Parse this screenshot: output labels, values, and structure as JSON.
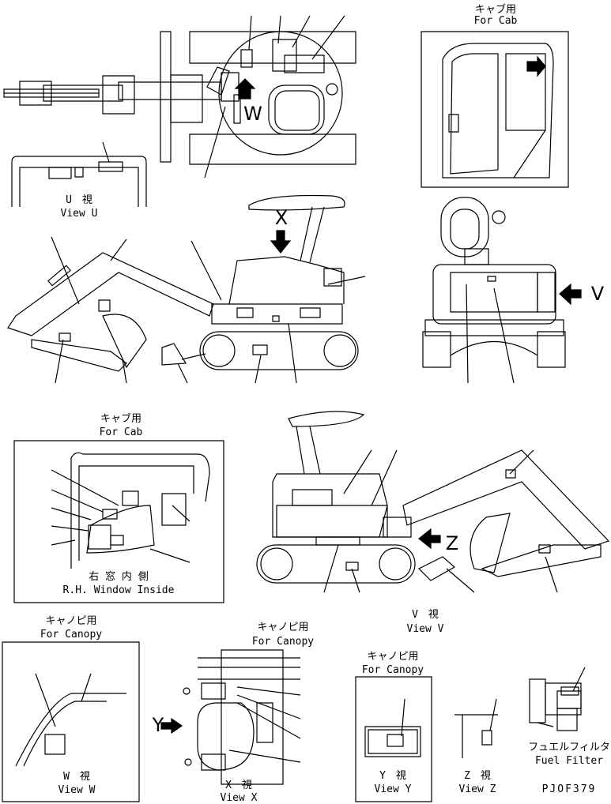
{
  "labels": {
    "for_cab_jp": "キャブ用",
    "for_cab": "For Cab",
    "view_u_jp": "U　視",
    "view_u": "View U",
    "letter_x": "X",
    "letter_v": "V",
    "letter_w": "W",
    "cab2_jp": "キャブ用",
    "cab2": "For Cab",
    "rh_window_jp": "右 窓 内 側",
    "rh_window": "R.H. Window Inside",
    "letter_z": "Z",
    "view_v_jp": "V　視",
    "view_v": "View V",
    "canopy_w_jp": "キャノピ用",
    "canopy_w": "For Canopy",
    "view_w_jp": "W　視",
    "view_w": "View W",
    "canopy_x_jp": "キャノピ用",
    "canopy_x": "For Canopy",
    "letter_y": "Y",
    "view_x_jp": "X　視",
    "view_x": "View X",
    "canopy_y_jp": "キャノピ用",
    "canopy_y": "For Canopy",
    "view_y_jp": "Y　視",
    "view_y": "View Y",
    "view_z_jp": "Z　視",
    "view_z": "View Z",
    "fuel_filter_jp": "フュエルフィルタ",
    "fuel_filter": "Fuel Filter",
    "part_code": "PJOF379"
  }
}
